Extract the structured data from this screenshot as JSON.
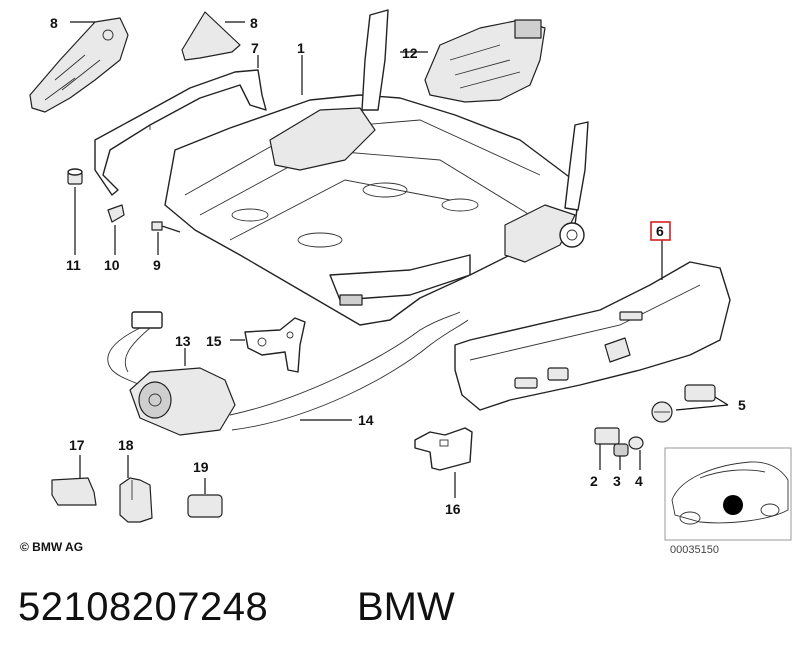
{
  "callouts": {
    "c1": "1",
    "c2": "2",
    "c3": "3",
    "c4": "4",
    "c5": "5",
    "c6": "6",
    "c7": "7",
    "c8a": "8",
    "c8b": "8",
    "c9": "9",
    "c10": "10",
    "c11": "11",
    "c12": "12",
    "c13": "13",
    "c14": "14",
    "c15": "15",
    "c16": "16",
    "c17": "17",
    "c18": "18",
    "c19": "19"
  },
  "highlighted_callout": "6",
  "copyright": "© BMW AG",
  "diagram_id": "00035150",
  "part_number": "52108207248",
  "brand": "BMW",
  "colors": {
    "highlight": "#d42020",
    "line": "#111111",
    "background": "#ffffff"
  }
}
